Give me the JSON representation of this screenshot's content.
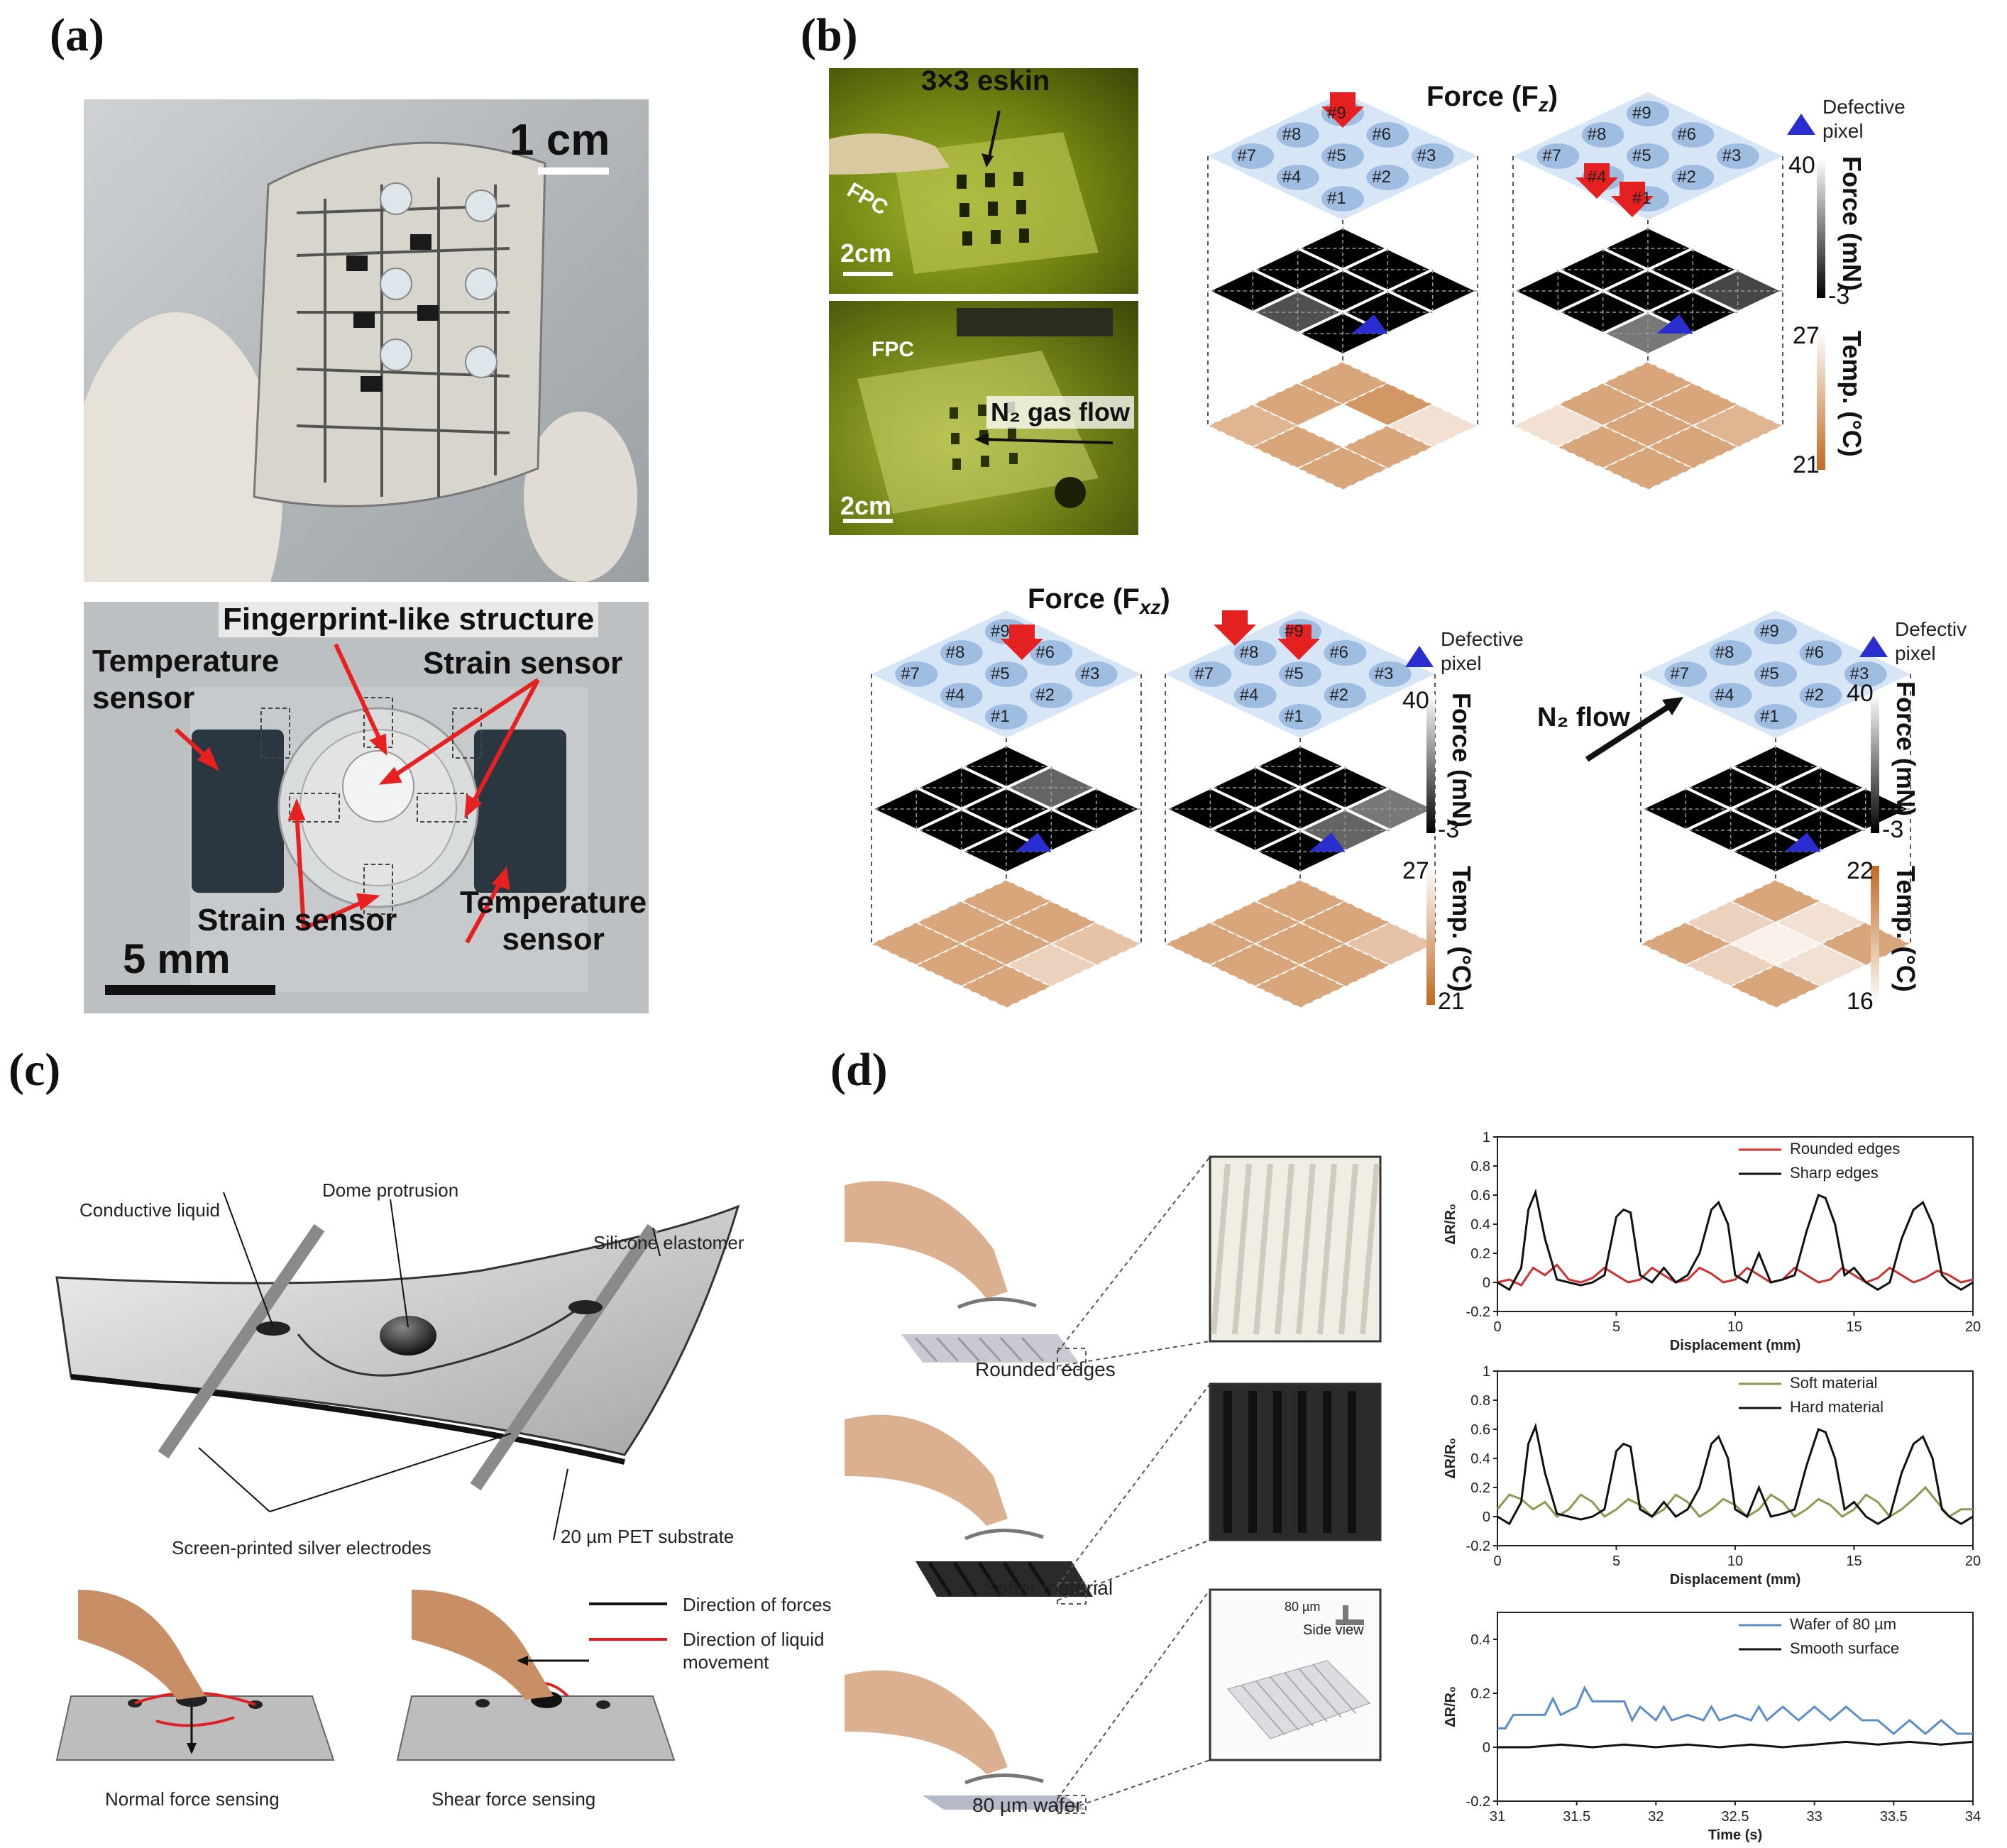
{
  "panels": {
    "a": {
      "label": "(a)",
      "scale_top": "1 cm",
      "caption_fp": "Fingerprint-like structure",
      "temp_left": [
        "Temperature",
        "sensor"
      ],
      "strain_right": "Strain sensor",
      "strain_bottom": "Strain sensor",
      "temp_right": [
        "Temperature",
        "sensor"
      ],
      "scale_bottom": "5 mm"
    },
    "b": {
      "label": "(b)",
      "photo_top_title": "3×3 eskin",
      "fpc1": "FPC",
      "fpc2": "FPC",
      "gas_flow": "N₂ gas flow",
      "scale1": "2cm",
      "scale2": "2cm",
      "force_z_title": "Force (F",
      "force_z_sub": "z",
      "force_xz_title": "Force (F",
      "force_xz_sub": "xz",
      "pixels": [
        "#1",
        "#2",
        "#3",
        "#4",
        "#5",
        "#6",
        "#7",
        "#8",
        "#9"
      ],
      "defective_1": [
        "Defective",
        "pixel"
      ],
      "defective_2": [
        "Defective",
        "pixel"
      ],
      "defective_3": [
        "Defectiv",
        "pixel"
      ],
      "force_axis": "Force (mN)",
      "force_max": "40",
      "force_min": "-3",
      "temp_axis": "Temp. (°C)",
      "temp_max": "27",
      "temp_min": "21",
      "temp_max_3": "22",
      "temp_min_3": "16",
      "n2_flow": "N₂ flow"
    },
    "c": {
      "label": "(c)",
      "conductive_liquid": "Conductive liquid",
      "dome": "Dome protrusion",
      "silicone": "Silicone elastomer",
      "electrodes": "Screen-printed silver electrodes",
      "pet": "20 µm PET substrate",
      "legend_forces": "Direction of forces",
      "legend_liquid": [
        "Direction of liquid",
        "movement"
      ],
      "normal": "Normal force sensing",
      "shear": "Shear force sensing",
      "colors": {
        "force": "#111111",
        "liquid": "#e02020"
      }
    },
    "d": {
      "label": "(d)",
      "rounded": "Rounded edges",
      "softer": "Softer material",
      "wafer": "80 µm wafer",
      "side_view": "Side view",
      "side_um": "80 µm"
    }
  },
  "chart_data": [
    {
      "type": "line",
      "xlabel": "Displacement (mm)",
      "ylabel": "ΔR/R₀",
      "xlim": [
        0,
        20
      ],
      "ylim": [
        -0.2,
        1
      ],
      "xticks": [
        "0",
        "5",
        "10",
        "15",
        "20"
      ],
      "yticks": [
        "1",
        "0.8",
        "0.6",
        "0.4",
        "0.2",
        "0",
        "-0.2"
      ],
      "series": [
        {
          "name": "Rounded edges",
          "color": "#d03030",
          "x": [
            0,
            0.5,
            1,
            1.5,
            2,
            2.5,
            3,
            3.5,
            4,
            4.5,
            5,
            5.5,
            6,
            6.5,
            7,
            7.5,
            8,
            8.5,
            9,
            9.5,
            10,
            10.5,
            11,
            11.5,
            12,
            12.5,
            13,
            13.5,
            14,
            14.5,
            15,
            15.5,
            16,
            16.5,
            17,
            17.5,
            18,
            18.5,
            19,
            19.5,
            20
          ],
          "y": [
            0.0,
            0.02,
            -0.02,
            0.1,
            0.05,
            0.12,
            0.02,
            0.0,
            0.03,
            0.1,
            0.05,
            0.0,
            0.02,
            0.1,
            0.05,
            0.0,
            0.02,
            0.1,
            0.06,
            0.0,
            0.02,
            0.1,
            0.05,
            0.0,
            0.02,
            0.1,
            0.05,
            0.0,
            0.02,
            0.1,
            0.05,
            0.0,
            0.03,
            0.1,
            0.05,
            0.0,
            0.03,
            0.08,
            0.05,
            0.0,
            0.02
          ]
        },
        {
          "name": "Sharp edges",
          "color": "#111111",
          "x": [
            0,
            0.5,
            1,
            1.3,
            1.6,
            2,
            2.5,
            3,
            3.5,
            4,
            4.5,
            5,
            5.3,
            5.6,
            6,
            6.5,
            7,
            7.5,
            8,
            8.5,
            9,
            9.3,
            9.7,
            10,
            10.5,
            11,
            11.5,
            12,
            12.5,
            13,
            13.5,
            13.8,
            14.2,
            14.6,
            15,
            15.5,
            16,
            16.5,
            17,
            17.5,
            17.9,
            18.3,
            18.7,
            19,
            19.5,
            20
          ],
          "y": [
            0.0,
            -0.05,
            0.1,
            0.5,
            0.62,
            0.3,
            0.02,
            0.0,
            -0.02,
            0.0,
            0.05,
            0.45,
            0.5,
            0.48,
            0.05,
            0.0,
            0.1,
            0.0,
            0.05,
            0.2,
            0.5,
            0.55,
            0.4,
            0.05,
            0.0,
            0.2,
            0.0,
            0.02,
            0.05,
            0.35,
            0.6,
            0.58,
            0.4,
            0.05,
            0.1,
            0.0,
            -0.05,
            0.0,
            0.3,
            0.5,
            0.55,
            0.4,
            0.05,
            0.0,
            -0.05,
            0.0
          ]
        }
      ]
    },
    {
      "type": "line",
      "xlabel": "Displacement (mm)",
      "ylabel": "ΔR/R₀",
      "xlim": [
        0,
        20
      ],
      "ylim": [
        -0.2,
        1
      ],
      "xticks": [
        "0",
        "5",
        "10",
        "15",
        "20"
      ],
      "yticks": [
        "1",
        "0.8",
        "0.6",
        "0.4",
        "0.2",
        "0",
        "-0.2"
      ],
      "series": [
        {
          "name": "Soft material",
          "color": "#8a9a50",
          "x": [
            0,
            0.5,
            1,
            1.5,
            2,
            2.5,
            3,
            3.5,
            4,
            4.5,
            5,
            5.5,
            6,
            6.5,
            7,
            7.5,
            8,
            8.5,
            9,
            9.5,
            10,
            10.5,
            11,
            11.5,
            12,
            12.5,
            13,
            13.5,
            14,
            14.5,
            15,
            15.5,
            16,
            16.5,
            17,
            17.5,
            18,
            18.5,
            19,
            19.5,
            20
          ],
          "y": [
            0.05,
            0.15,
            0.12,
            0.05,
            0.1,
            0.0,
            0.05,
            0.15,
            0.1,
            0.0,
            0.05,
            0.12,
            0.08,
            0.0,
            0.05,
            0.15,
            0.1,
            0.0,
            0.05,
            0.12,
            0.08,
            0.0,
            0.05,
            0.15,
            0.1,
            0.0,
            0.05,
            0.12,
            0.08,
            0.0,
            0.05,
            0.15,
            0.1,
            0.0,
            0.05,
            0.12,
            0.2,
            0.1,
            0.0,
            0.05,
            0.05
          ]
        },
        {
          "name": "Hard material",
          "color": "#111111",
          "x": [
            0,
            0.5,
            1,
            1.3,
            1.6,
            2,
            2.5,
            3,
            3.5,
            4,
            4.5,
            5,
            5.3,
            5.6,
            6,
            6.5,
            7,
            7.5,
            8,
            8.5,
            9,
            9.3,
            9.7,
            10,
            10.5,
            11,
            11.5,
            12,
            12.5,
            13,
            13.5,
            13.8,
            14.2,
            14.6,
            15,
            15.5,
            16,
            16.5,
            17,
            17.5,
            17.9,
            18.3,
            18.7,
            19,
            19.5,
            20
          ],
          "y": [
            0.0,
            -0.05,
            0.1,
            0.5,
            0.62,
            0.3,
            0.02,
            0.0,
            -0.02,
            0.0,
            0.05,
            0.45,
            0.5,
            0.48,
            0.05,
            0.0,
            0.1,
            0.0,
            0.05,
            0.2,
            0.5,
            0.55,
            0.4,
            0.05,
            0.0,
            0.2,
            0.0,
            0.02,
            0.05,
            0.35,
            0.6,
            0.58,
            0.4,
            0.05,
            0.1,
            0.0,
            -0.05,
            0.0,
            0.3,
            0.5,
            0.55,
            0.4,
            0.05,
            0.0,
            -0.05,
            0.0
          ]
        }
      ]
    },
    {
      "type": "line",
      "xlabel": "Time (s)",
      "ylabel": "ΔR/R₀",
      "xlim": [
        31,
        34
      ],
      "ylim": [
        -0.2,
        0.5
      ],
      "xticks": [
        "31",
        "31.5",
        "32",
        "32.5",
        "33",
        "33.5",
        "34"
      ],
      "yticks": [
        "0.4",
        "0.2",
        "0",
        "-0.2"
      ],
      "series": [
        {
          "name": "Wafer of 80 µm",
          "color": "#5b8ec9",
          "x": [
            31,
            31.05,
            31.1,
            31.2,
            31.3,
            31.35,
            31.4,
            31.5,
            31.55,
            31.6,
            31.8,
            31.85,
            31.9,
            32.0,
            32.05,
            32.1,
            32.2,
            32.3,
            32.35,
            32.4,
            32.5,
            32.6,
            32.65,
            32.7,
            32.8,
            32.9,
            33.0,
            33.1,
            33.2,
            33.3,
            33.4,
            33.5,
            33.6,
            33.7,
            33.8,
            33.9,
            34
          ],
          "y": [
            0.07,
            0.07,
            0.12,
            0.12,
            0.12,
            0.18,
            0.12,
            0.15,
            0.22,
            0.17,
            0.17,
            0.1,
            0.15,
            0.1,
            0.15,
            0.1,
            0.12,
            0.1,
            0.15,
            0.1,
            0.12,
            0.1,
            0.15,
            0.1,
            0.15,
            0.1,
            0.15,
            0.1,
            0.15,
            0.1,
            0.1,
            0.05,
            0.1,
            0.05,
            0.1,
            0.05,
            0.05
          ]
        },
        {
          "name": "Smooth surface",
          "color": "#111111",
          "x": [
            31,
            31.2,
            31.4,
            31.6,
            31.8,
            32,
            32.2,
            32.4,
            32.6,
            32.8,
            33,
            33.2,
            33.4,
            33.6,
            33.8,
            34
          ],
          "y": [
            0.0,
            0.0,
            0.01,
            0.0,
            0.01,
            0.0,
            0.01,
            0.0,
            0.01,
            0.0,
            0.01,
            0.02,
            0.01,
            0.02,
            0.01,
            0.02
          ]
        }
      ]
    }
  ]
}
